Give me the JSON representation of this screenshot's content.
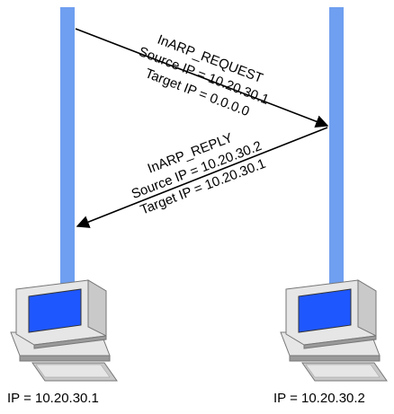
{
  "colors": {
    "timeline": "#6f9ff0",
    "screen": "#1f57ff",
    "arrow": "#000000",
    "case_light": "#e6e6e6",
    "case_mid": "#c9c9c9",
    "case_dark": "#9a9a9a"
  },
  "hosts": [
    {
      "label": "IP = 10.20.30.1",
      "icon": "computer-icon"
    },
    {
      "label": "IP = 10.20.30.2",
      "icon": "computer-icon"
    }
  ],
  "messages": [
    {
      "name": "InARP_REQUEST",
      "source": "Source IP = 10.20.30.1",
      "target": "Target IP = 0.0.0.0",
      "direction": "host1-to-host2"
    },
    {
      "name": "InARP_REPLY",
      "source": "Source IP = 10.20.30.2",
      "target": "Target IP = 10.20.30.1",
      "direction": "host2-to-host1"
    }
  ]
}
